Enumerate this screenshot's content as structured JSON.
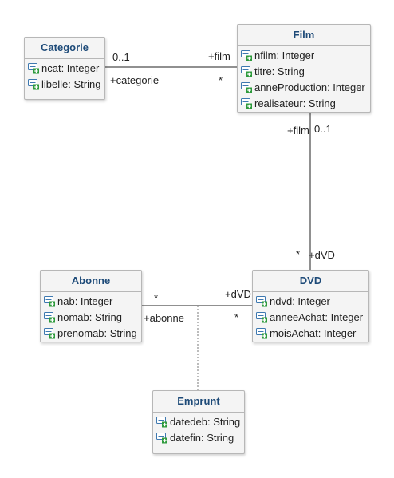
{
  "colors": {
    "class_title": "#1d4a78",
    "class_fill": "#f4f4f4",
    "class_border": "#b7b7b7",
    "line": "#222222",
    "icon_accent": "#2e9a3c",
    "icon_frame": "#3d78b0"
  },
  "classes": {
    "categorie": {
      "title": "Categorie",
      "attributes": [
        "ncat: Integer",
        "libelle: String"
      ]
    },
    "film": {
      "title": "Film",
      "attributes": [
        "nfilm: Integer",
        "titre: String",
        "anneProduction: Integer",
        "realisateur: String"
      ]
    },
    "abonne": {
      "title": "Abonne",
      "attributes": [
        "nab: Integer",
        "nomab: String",
        "prenomab: String"
      ]
    },
    "dvd": {
      "title": "DVD",
      "attributes": [
        "ndvd: Integer",
        "anneeAchat: Integer",
        "moisAchat: Integer"
      ]
    },
    "emprunt": {
      "title": "Emprunt",
      "attributes": [
        "datedeb: String",
        "datefin: String"
      ]
    }
  },
  "associations": {
    "categorie_film": {
      "categorie_multiplicity": "0..1",
      "categorie_role": "+categorie",
      "film_role": "+film",
      "film_multiplicity": "*"
    },
    "film_dvd": {
      "film_role": "+film",
      "film_multiplicity": "0..1",
      "dvd_multiplicity": "*",
      "dvd_role": "+dVD"
    },
    "abonne_dvd": {
      "abonne_multiplicity": "*",
      "abonne_role": "+abonne",
      "dvd_role": "+dVD",
      "dvd_multiplicity": "*"
    }
  },
  "attribute_icon": "attribute-icon"
}
